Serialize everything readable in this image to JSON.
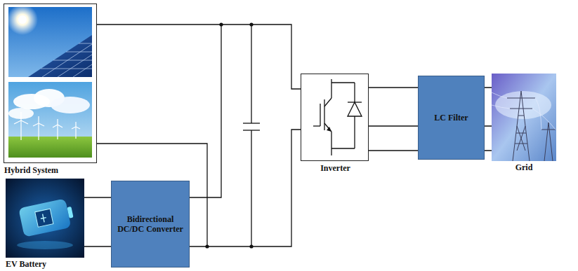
{
  "diagram": {
    "nodes": [
      {
        "text": [
          "Hybrid System"
        ]
      },
      {
        "text": [
          "EV Battery"
        ]
      },
      {
        "text": [
          "Bidirectional DC/DC Converter"
        ]
      },
      {
        "text": [
          "Inverter"
        ]
      },
      {
        "text": [
          "LC Filter"
        ]
      },
      {
        "text": [
          "Grid"
        ]
      }
    ],
    "edges": [
      {
        "from": 0,
        "to": 3,
        "arrow": "none"
      },
      {
        "from": 1,
        "to": 2,
        "arrow": "none"
      },
      {
        "from": 2,
        "to": 3,
        "arrow": "none"
      },
      {
        "from": 3,
        "to": 4,
        "arrow": "none"
      },
      {
        "from": 4,
        "to": 5,
        "arrow": "none"
      }
    ]
  }
}
